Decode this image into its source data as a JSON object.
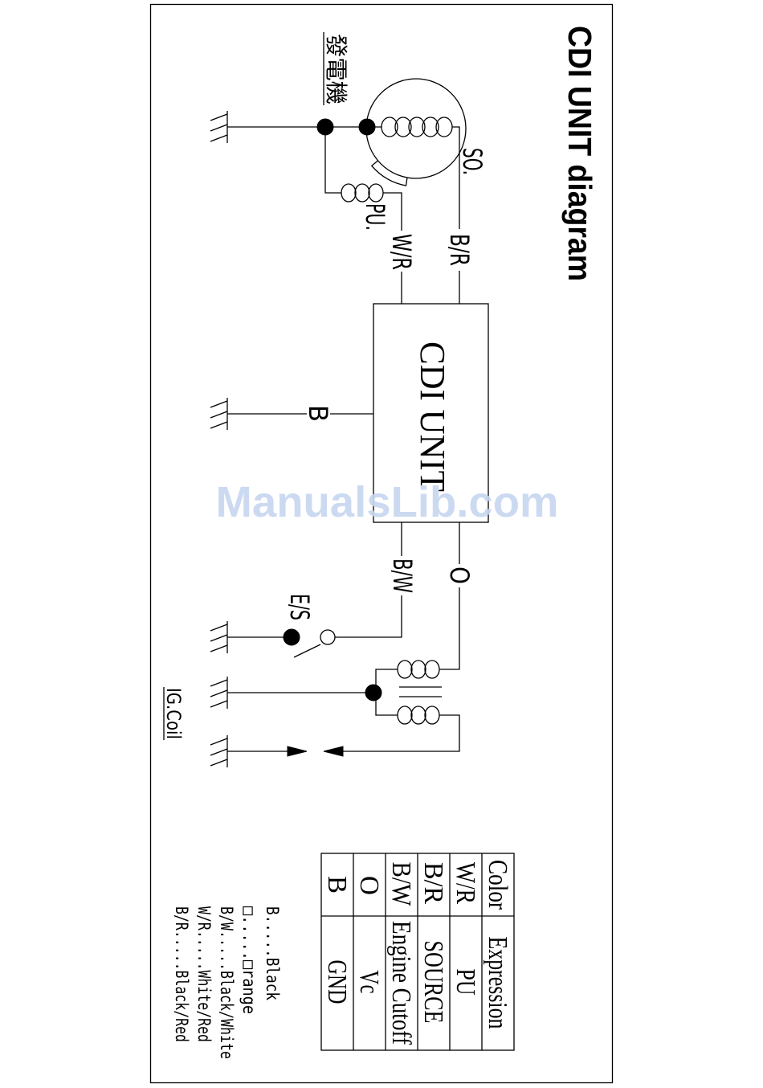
{
  "title": "CDI UNIT diagram",
  "generator_label": "發電機",
  "wire_labels": {
    "source_coil": "SO.",
    "pickup_coil": "PU.",
    "pickup_wire": "W/R",
    "source_wire": "B/R",
    "ground_wire": "B",
    "cutoff_wire": "B/W",
    "vc_wire": "O",
    "engine_switch": "E/S",
    "ignition_coil": "IG.Coil"
  },
  "cdi_unit_label": "CDI UNIT",
  "table": {
    "headers": [
      "Color",
      "Expression"
    ],
    "rows": [
      [
        "W/R",
        "PU"
      ],
      [
        "B/R",
        "SOURCE"
      ],
      [
        "B/W",
        "Engine Cutoff"
      ],
      [
        "O",
        "Vc"
      ],
      [
        "B",
        "GND"
      ]
    ]
  },
  "legend": [
    "B.....Black",
    "□.....□range",
    "B/W.....Black/White",
    "W/R.....White/Red",
    "B/R.....Black/Red"
  ],
  "watermark": "ManualsLib.com",
  "colors": {
    "line": "#000000",
    "watermark": "#c6d6f0"
  }
}
